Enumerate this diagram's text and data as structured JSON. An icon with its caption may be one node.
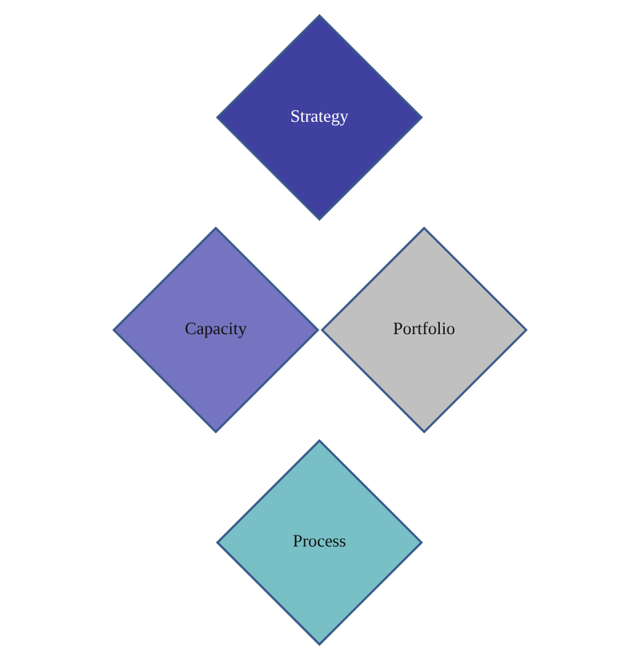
{
  "diagram": {
    "nodes": [
      {
        "text": [
          "Strategy"
        ]
      },
      {
        "text": [
          "Capacity"
        ]
      },
      {
        "text": [
          "Portfolio"
        ]
      },
      {
        "text": [
          "Process"
        ]
      }
    ]
  }
}
